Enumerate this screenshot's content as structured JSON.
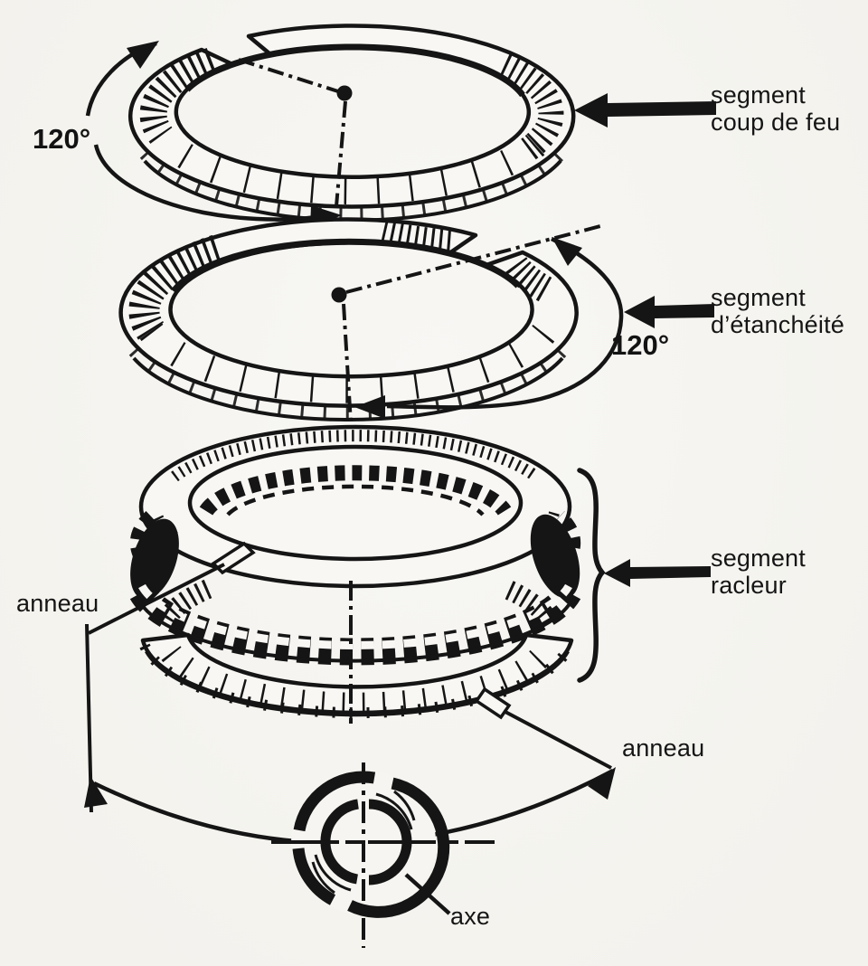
{
  "figure": {
    "background": "#f6f5f1",
    "ink": "#151515",
    "parts": [
      "segment coup de feu",
      "segment d'étanchéité",
      "segment racleur",
      "anneau",
      "axe"
    ]
  },
  "labels": {
    "top_ring": {
      "line1": "segment",
      "line2": "coup de feu"
    },
    "middle_ring": {
      "line1": "segment",
      "line2": "d’étanchéité"
    },
    "bottom_ring": {
      "line1": "segment",
      "line2": "racleur"
    },
    "angle_top": "120°",
    "angle_middle": "120°",
    "anneau_left": "anneau",
    "anneau_right": "anneau",
    "axe": "axe"
  }
}
